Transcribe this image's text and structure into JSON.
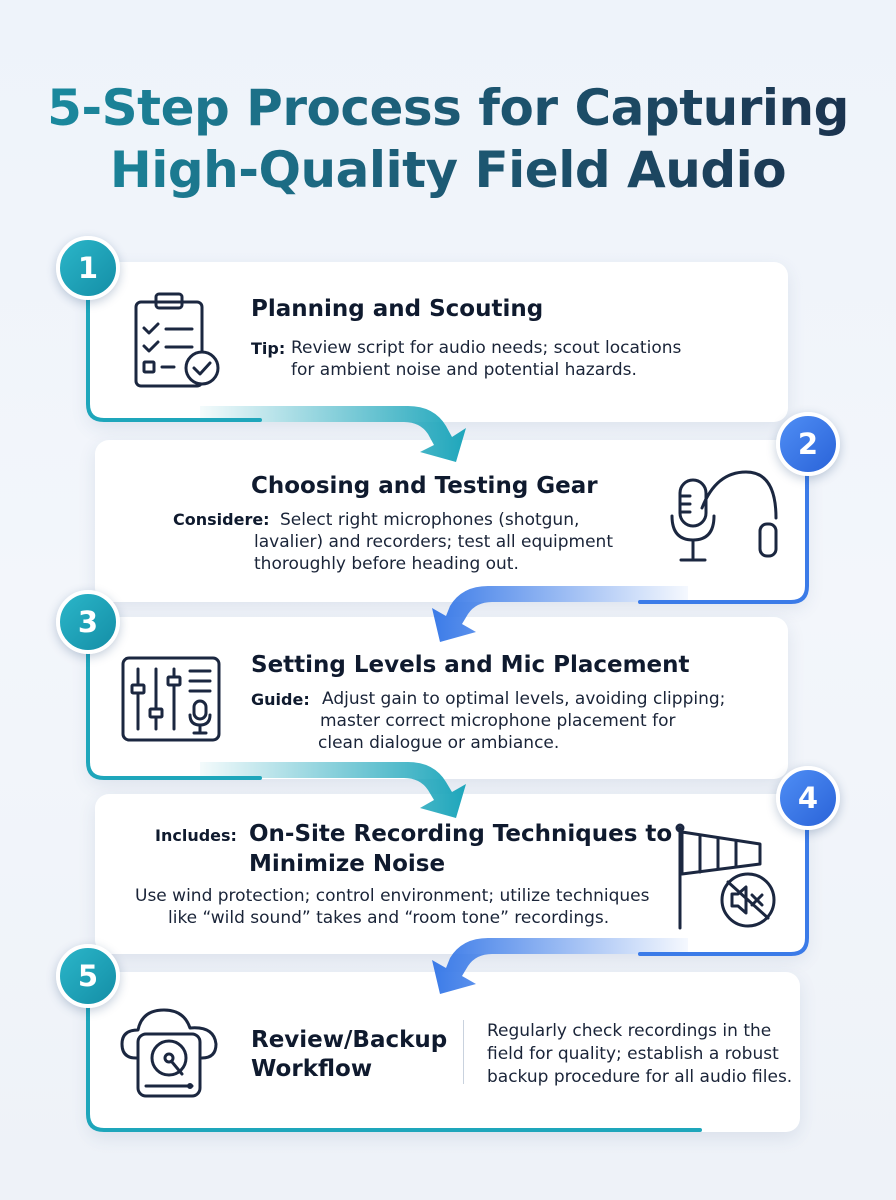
{
  "title": {
    "line1": "5-Step Process for Capturing",
    "line2": "High-Quality Field Audio"
  },
  "colors": {
    "teal": "#1ea6bb",
    "blue": "#3b7be8",
    "navy": "#0f1a2e"
  },
  "steps": [
    {
      "number": "1",
      "title": "Planning and Scouting",
      "label": "Tip:",
      "lines": [
        "Review script for audio needs; scout locations",
        "for ambient noise and potential hazards."
      ],
      "icon": "clipboard-checklist-icon"
    },
    {
      "number": "2",
      "title": "Choosing and Testing Gear",
      "label": "Considere:",
      "lines": [
        "Select right microphones (shotgun,",
        "lavalier) and recorders; test all equipment",
        "thoroughly before heading out."
      ],
      "icon": "microphone-headphones-icon"
    },
    {
      "number": "3",
      "title": "Setting Levels and Mic Placement",
      "label": "Guide:",
      "lines": [
        "Adjust gain to optimal levels, avoiding clipping;",
        "master correct microphone placement for",
        "clean dialogue or ambiance."
      ],
      "icon": "mixer-sliders-mic-icon"
    },
    {
      "number": "4",
      "title_line1": "On-Site Recording Techniques to",
      "title_line2": "Minimize Noise",
      "label": "Includes:",
      "lines": [
        "Use wind protection; control environment; utilize techniques",
        "like “wild sound” takes and “room tone” recordings."
      ],
      "icon": "windsock-mute-icon"
    },
    {
      "number": "5",
      "title_line1": "Review/Backup",
      "title_line2": "Workflow",
      "lines": [
        "Regularly check recordings in the",
        "field for quality; establish a robust",
        "backup procedure for all audio files."
      ],
      "icon": "cloud-hard-drive-icon"
    }
  ]
}
